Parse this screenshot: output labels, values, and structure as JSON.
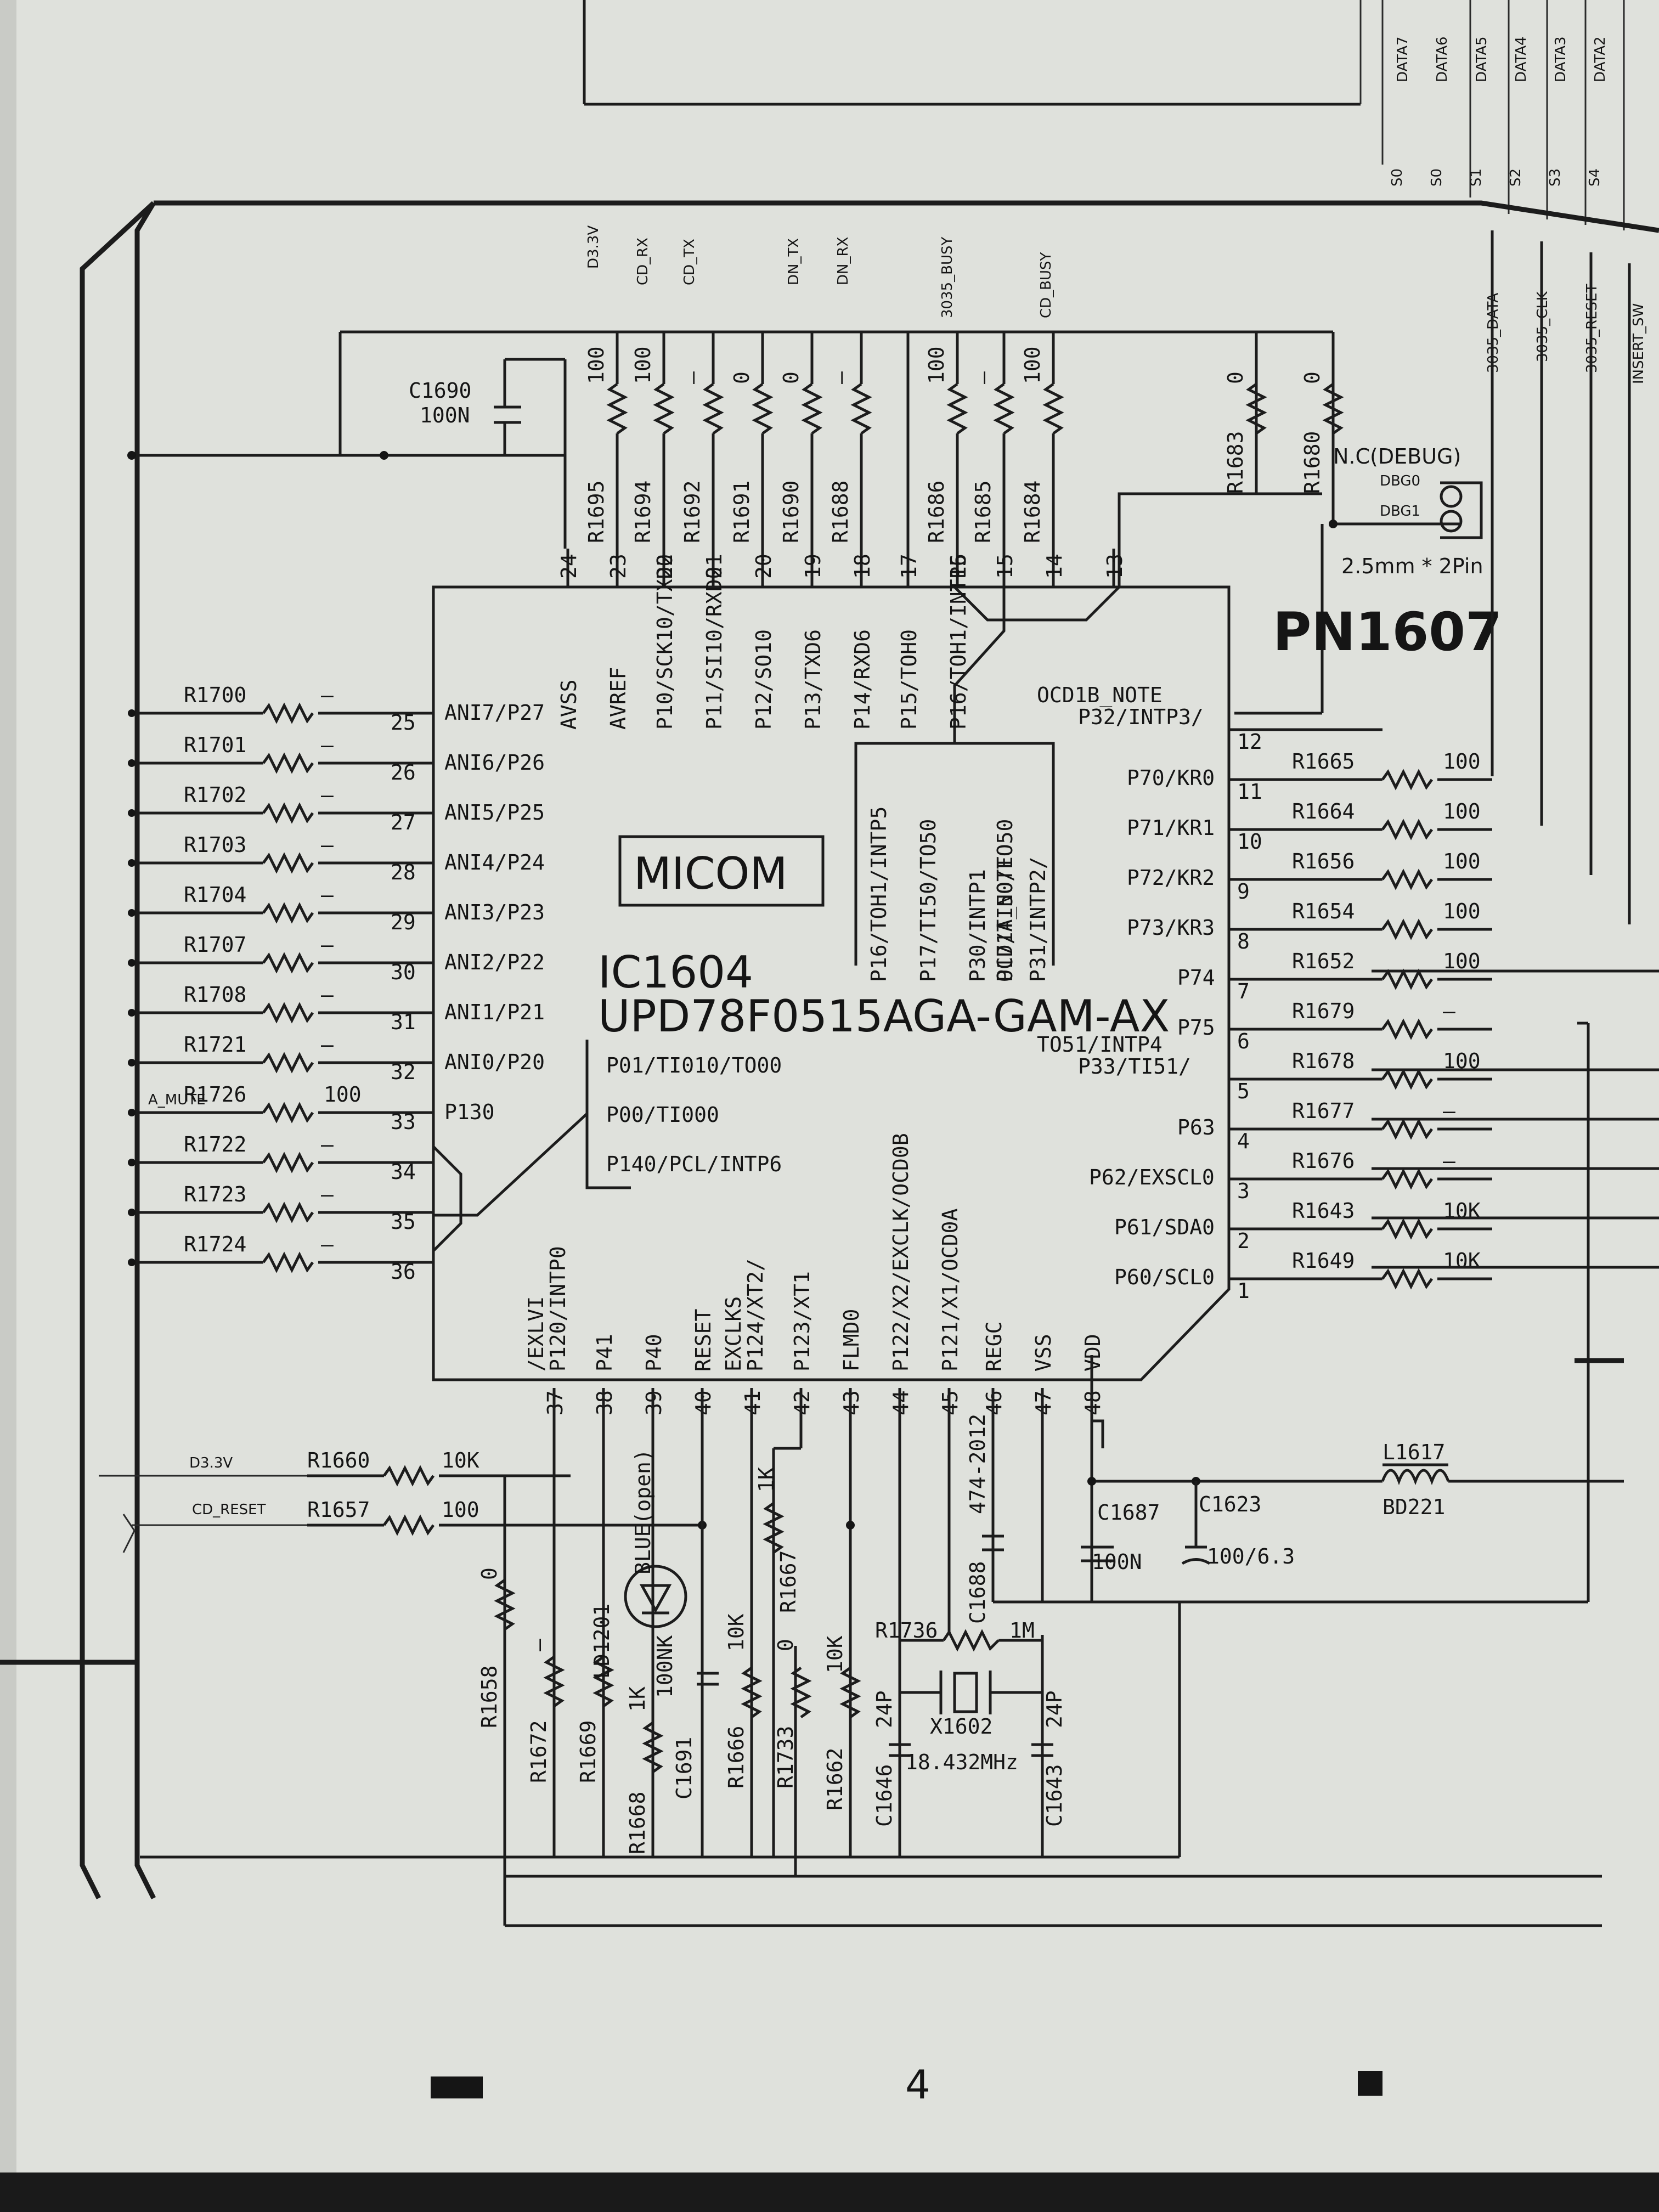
{
  "ic": {
    "ref": "IC1604",
    "part": "UPD78F0515AGA-GAM-AX",
    "block_label": "MICOM"
  },
  "connector": {
    "ref": "PN1607",
    "note": "N.C(DEBUG)",
    "pins": [
      "DBG0",
      "DBG1"
    ],
    "size": "2.5mm * 2Pin"
  },
  "page_number": "4",
  "top_nets": [
    "DATA7",
    "DATA6",
    "DATA5",
    "DATA4",
    "DATA3",
    "DATA2"
  ],
  "top_nets2": [
    "S0",
    "S0",
    "S1",
    "S2",
    "S3",
    "S4"
  ],
  "vertical_nets": [
    "D3.3V",
    "CD_RX",
    "CD_TX",
    "DN_TX",
    "DN_RX",
    "3035_BUSY",
    "CD_BUSY",
    "3035_DATA",
    "3035_CLK",
    "3035_RESET",
    "INSERT_SW"
  ],
  "top_pins": [
    {
      "num": "24",
      "name": "AVSS"
    },
    {
      "num": "23",
      "name": "AVREF"
    },
    {
      "num": "22",
      "name": "P10/SCK10/TXD0"
    },
    {
      "num": "21",
      "name": "P11/SI10/RXD0"
    },
    {
      "num": "20",
      "name": "P12/SO10"
    },
    {
      "num": "19",
      "name": "P13/TXD6"
    },
    {
      "num": "18",
      "name": "P14/RXD6"
    },
    {
      "num": "17",
      "name": "P15/TOH0"
    },
    {
      "num": "16",
      "name": "P16/TOH1/INTP5"
    },
    {
      "num": "15",
      "name": "P17/TI50/TO50"
    },
    {
      "num": "14",
      "name": "P30/INTP1 OCD1A_NOTE"
    },
    {
      "num": "13",
      "name": "P31/INTP2/"
    }
  ],
  "top_resistors": [
    {
      "ref": "R1695",
      "value": "100"
    },
    {
      "ref": "R1694",
      "value": "100"
    },
    {
      "ref": "R1692",
      "value": "—"
    },
    {
      "ref": "R1691",
      "value": "0"
    },
    {
      "ref": "R1690",
      "value": "0"
    },
    {
      "ref": "R1688",
      "value": "—"
    },
    {
      "ref": "R1686",
      "value": "100"
    },
    {
      "ref": "R1685",
      "value": "—"
    },
    {
      "ref": "R1684",
      "value": "100"
    }
  ],
  "debug_resistors": [
    {
      "ref": "R1683",
      "value": "0"
    },
    {
      "ref": "R1680",
      "value": "0"
    }
  ],
  "cap_top": {
    "ref": "C1690",
    "value": "100N"
  },
  "left_pins": [
    {
      "num": "25",
      "name": "ANI7/P27",
      "res": "R1700",
      "value": "—"
    },
    {
      "num": "26",
      "name": "ANI6/P26",
      "res": "R1701",
      "value": "—"
    },
    {
      "num": "27",
      "name": "ANI5/P25",
      "res": "R1702",
      "value": "—"
    },
    {
      "num": "28",
      "name": "ANI4/P24",
      "res": "R1703",
      "value": "—"
    },
    {
      "num": "29",
      "name": "ANI3/P23",
      "res": "R1704",
      "value": "—"
    },
    {
      "num": "30",
      "name": "ANI2/P22",
      "res": "R1707",
      "value": "—"
    },
    {
      "num": "31",
      "name": "ANI1/P21",
      "res": "R1708",
      "value": "—"
    },
    {
      "num": "32",
      "name": "ANI0/P20",
      "res": "R1721",
      "value": "—"
    },
    {
      "num": "33",
      "name": "P130",
      "res": "R1726",
      "value": "100",
      "net": "A_MUTE"
    },
    {
      "num": "34",
      "name": "",
      "res": "R1722",
      "value": "—"
    },
    {
      "num": "35",
      "name": "",
      "res": "R1723",
      "value": "—"
    },
    {
      "num": "36",
      "name": "",
      "res": "R1724",
      "value": "—"
    }
  ],
  "inner_pins": [
    "P01/TI010/TO00",
    "P00/TI000",
    "P140/PCL/INTP6"
  ],
  "right_pins": [
    {
      "num": "12",
      "name": "OCD1B_NOTE P32/INTP3/",
      "res": "",
      "value": ""
    },
    {
      "num": "11",
      "name": "P70/KR0",
      "res": "R1665",
      "value": "100"
    },
    {
      "num": "10",
      "name": "P71/KR1",
      "res": "R1664",
      "value": "100"
    },
    {
      "num": "9",
      "name": "P72/KR2",
      "res": "R1656",
      "value": "100"
    },
    {
      "num": "8",
      "name": "P73/KR3",
      "res": "R1654",
      "value": "100"
    },
    {
      "num": "7",
      "name": "P74",
      "res": "R1652",
      "value": "100"
    },
    {
      "num": "6",
      "name": "P75",
      "res": "R1679",
      "value": "—"
    },
    {
      "num": "5",
      "name": "TO51/INTP4 P33/TI51/",
      "res": "R1678",
      "value": "100"
    },
    {
      "num": "4",
      "name": "P63",
      "res": "R1677",
      "value": "—"
    },
    {
      "num": "3",
      "name": "P62/EXSCL0",
      "res": "R1676",
      "value": "—"
    },
    {
      "num": "2",
      "name": "P61/SDA0",
      "res": "R1643",
      "value": "10K"
    },
    {
      "num": "1",
      "name": "P60/SCL0",
      "res": "R1649",
      "value": "10K"
    }
  ],
  "bottom_pins": [
    {
      "num": "37",
      "name": "/EXLVI P120/INTP0"
    },
    {
      "num": "38",
      "name": "P41"
    },
    {
      "num": "39",
      "name": "P40"
    },
    {
      "num": "40",
      "name": "RESET"
    },
    {
      "num": "41",
      "name": "EXCLKS P124/XT2/"
    },
    {
      "num": "42",
      "name": "P123/XT1"
    },
    {
      "num": "43",
      "name": "FLMD0"
    },
    {
      "num": "44",
      "name": "P122/X2/EXCLK/OCD0B"
    },
    {
      "num": "45",
      "name": "P121/X1/OCD0A"
    },
    {
      "num": "46",
      "name": "REGC"
    },
    {
      "num": "47",
      "name": "VSS"
    },
    {
      "num": "48",
      "name": "VDD"
    }
  ],
  "bottom_nets": [
    {
      "net": "D3.3V",
      "res": "R1660",
      "value": "10K"
    },
    {
      "net": "CD_RESET",
      "res": "R1657",
      "value": "100"
    }
  ],
  "bottom_parts": [
    {
      "ref": "R1658",
      "value": "0"
    },
    {
      "ref": "R1672",
      "value": "—"
    },
    {
      "ref": "R1669",
      "value": ""
    },
    {
      "ref": "LD1201",
      "value": "BLUE(open)"
    },
    {
      "ref": "R1668",
      "value": "1K"
    },
    {
      "ref": "C1691",
      "value": "100NK"
    },
    {
      "ref": "R1666",
      "value": "10K"
    },
    {
      "ref": "R1667",
      "value": "1K"
    },
    {
      "ref": "R1733",
      "value": "0"
    },
    {
      "ref": "R1662",
      "value": "10K"
    },
    {
      "ref": "C1646",
      "value": "24P"
    },
    {
      "ref": "R1736",
      "value": "1M"
    },
    {
      "ref": "X1602",
      "value": "18.432MHz"
    },
    {
      "ref": "C1643",
      "value": "24P"
    },
    {
      "ref": "C1688",
      "value": "474-2012"
    },
    {
      "ref": "C1687",
      "value": "100N"
    },
    {
      "ref": "C1623",
      "value": "100/6.3"
    },
    {
      "ref": "L1617",
      "value": "BD221"
    }
  ]
}
